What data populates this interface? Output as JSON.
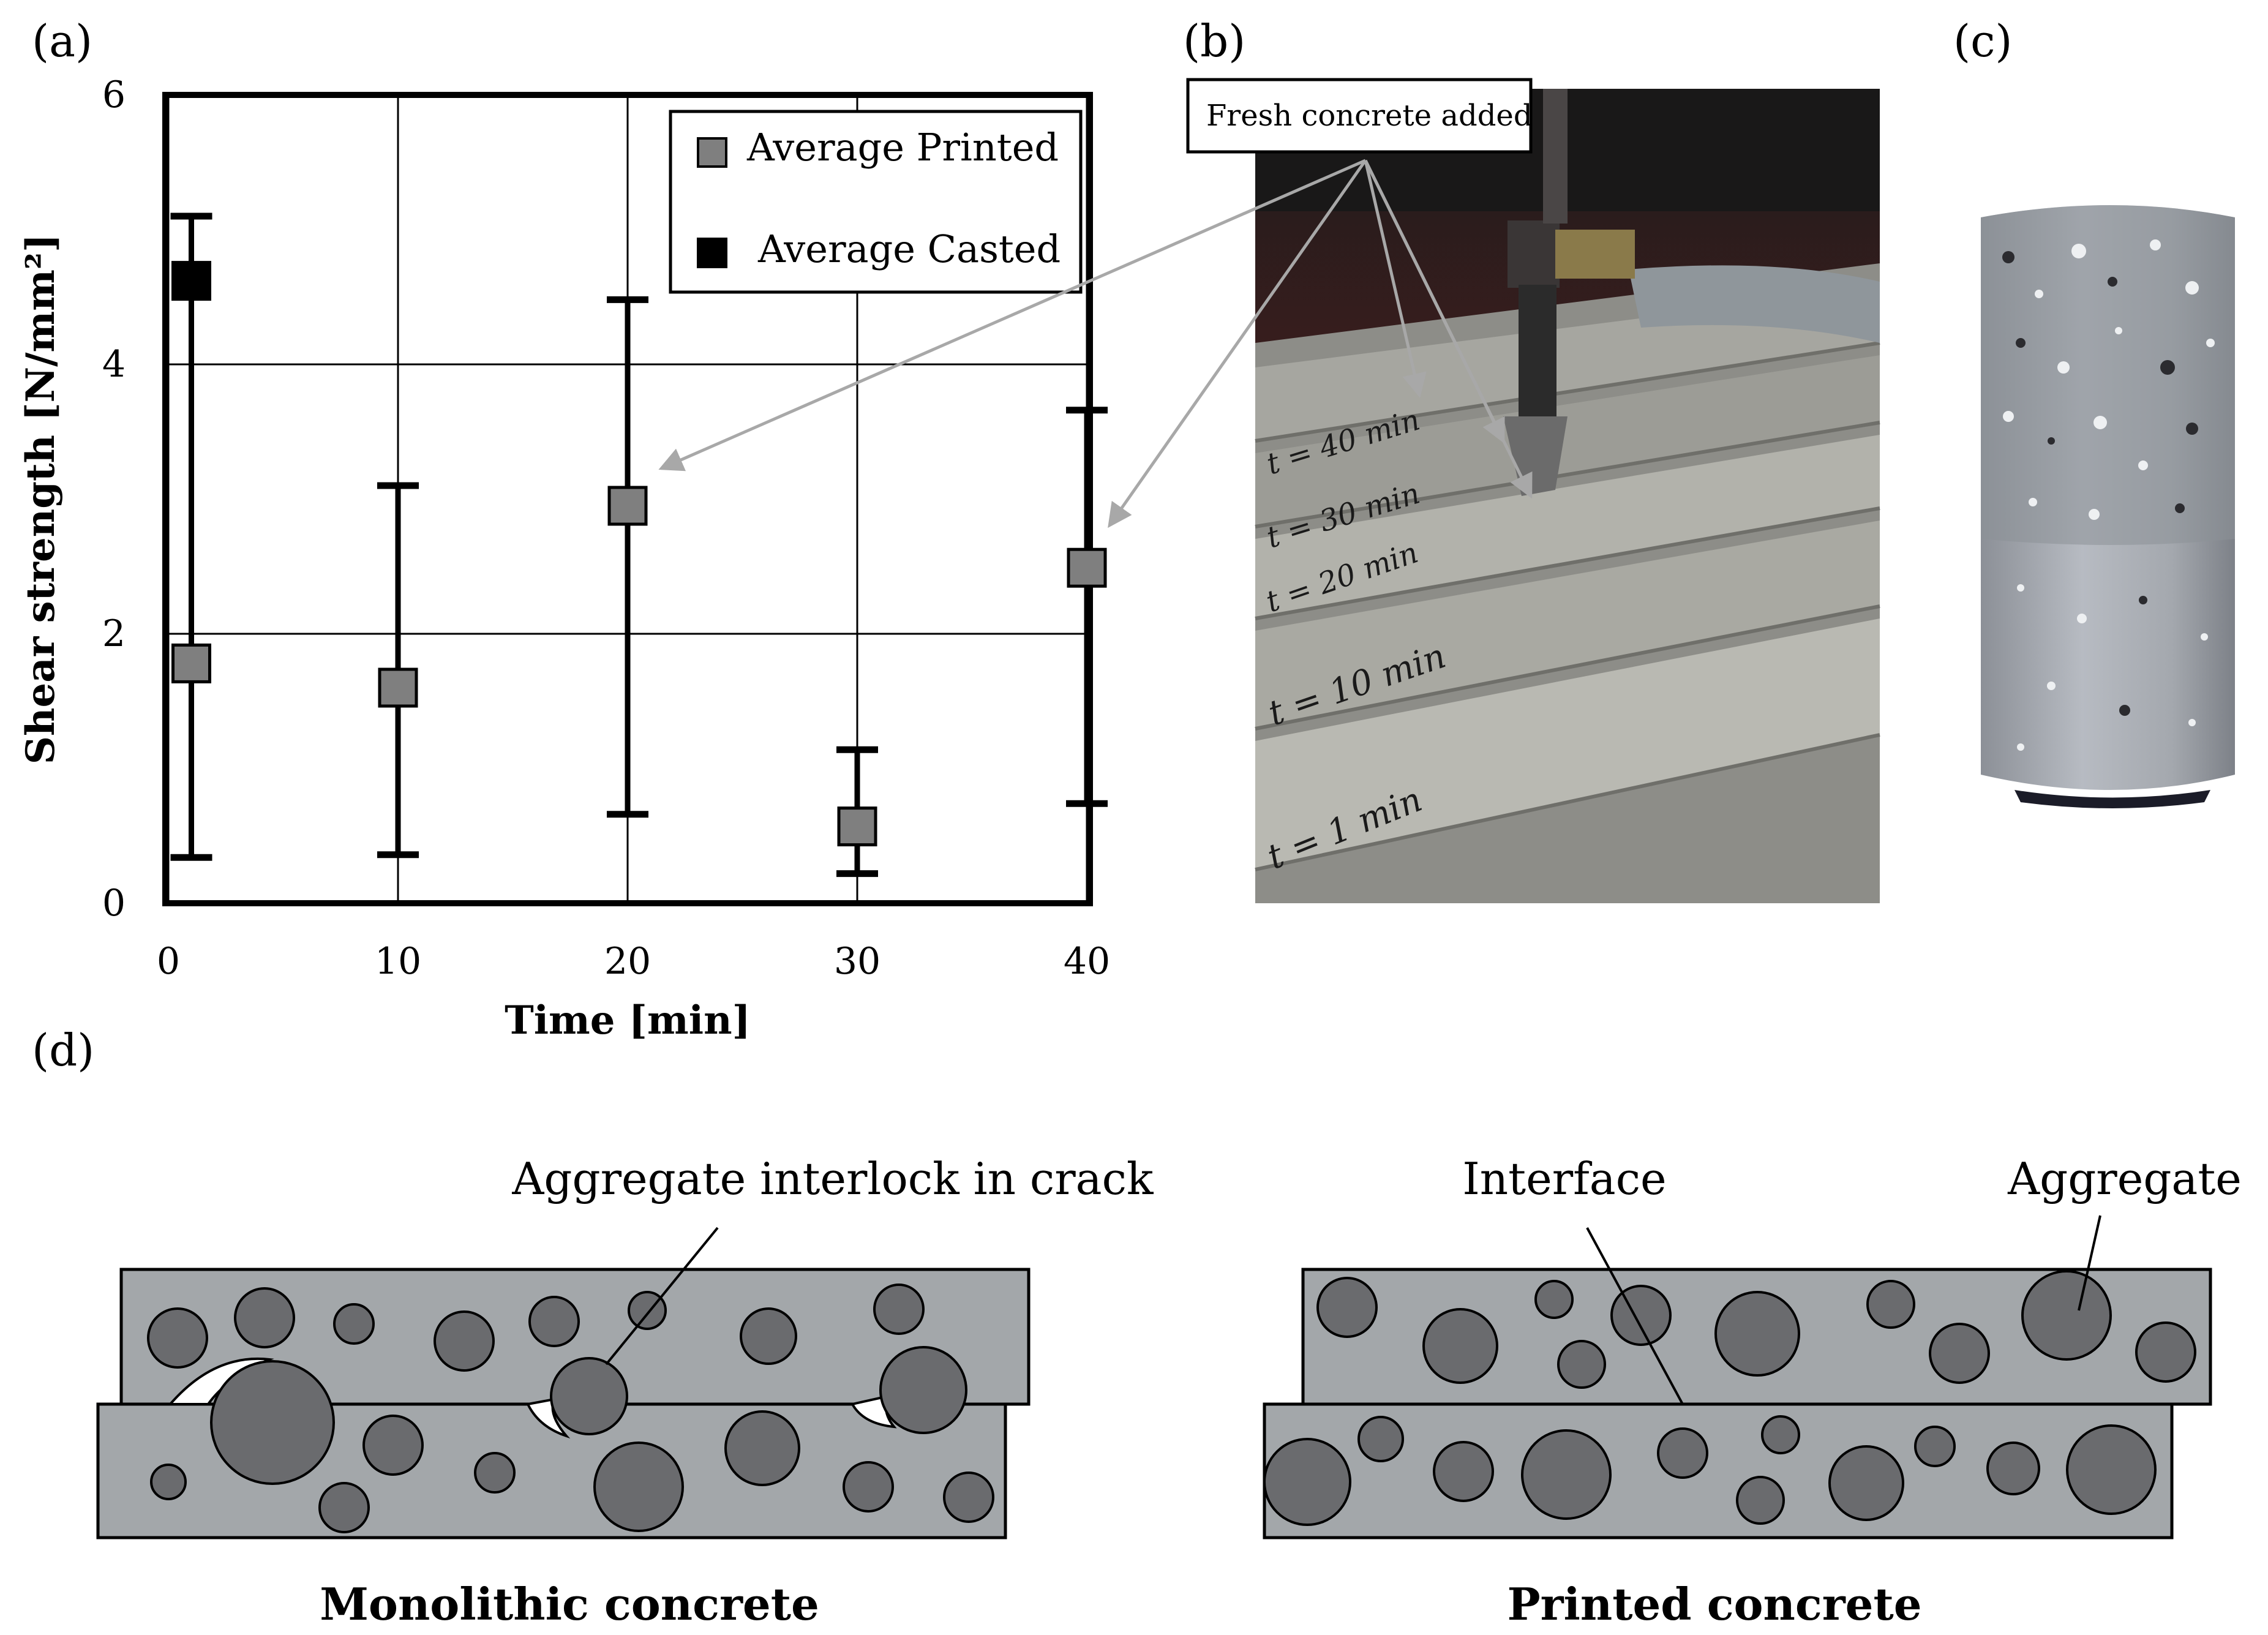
{
  "panels": {
    "a": {
      "label": "(a)"
    },
    "b": {
      "label": "(b)",
      "callout": "Fresh concrete added",
      "layer_labels": [
        "t = 40 min",
        "t = 30 min",
        "t = 20 min",
        "t = 10 min",
        "t = 1 min"
      ]
    },
    "c": {
      "label": "(c)"
    },
    "d": {
      "label": "(d)",
      "annotation_crack": "Aggregate interlock in crack",
      "annotation_interface": "Interface",
      "annotation_aggregate": "Aggregate",
      "caption_left": "Monolithic concrete",
      "caption_right": "Printed concrete"
    }
  },
  "chart_data": {
    "type": "scatter",
    "title": "",
    "xlabel": "Time [min]",
    "ylabel": "Shear strength [N/mm²]",
    "xlim": [
      0,
      40
    ],
    "ylim": [
      0,
      6
    ],
    "xticks": [
      0,
      10,
      20,
      30,
      40
    ],
    "yticks": [
      0,
      2,
      4,
      6
    ],
    "grid": true,
    "legend_position": "top-right",
    "series": [
      {
        "name": "Average Printed",
        "color": "#7f7f7f",
        "points": [
          {
            "x": 1,
            "y": 1.78,
            "err_low": 0.34,
            "err_high": 5.1
          },
          {
            "x": 10,
            "y": 1.6,
            "err_low": 0.36,
            "err_high": 3.1
          },
          {
            "x": 20,
            "y": 2.95,
            "err_low": 0.66,
            "err_high": 4.48
          },
          {
            "x": 30,
            "y": 0.57,
            "err_low": 0.22,
            "err_high": 1.14
          },
          {
            "x": 40,
            "y": 2.49,
            "err_low": 0.74,
            "err_high": 3.66
          }
        ]
      },
      {
        "name": "Average Casted",
        "color": "#000000",
        "points": [
          {
            "x": 1,
            "y": 4.62,
            "err_low": 4.62,
            "err_high": 5.1
          }
        ]
      }
    ]
  }
}
